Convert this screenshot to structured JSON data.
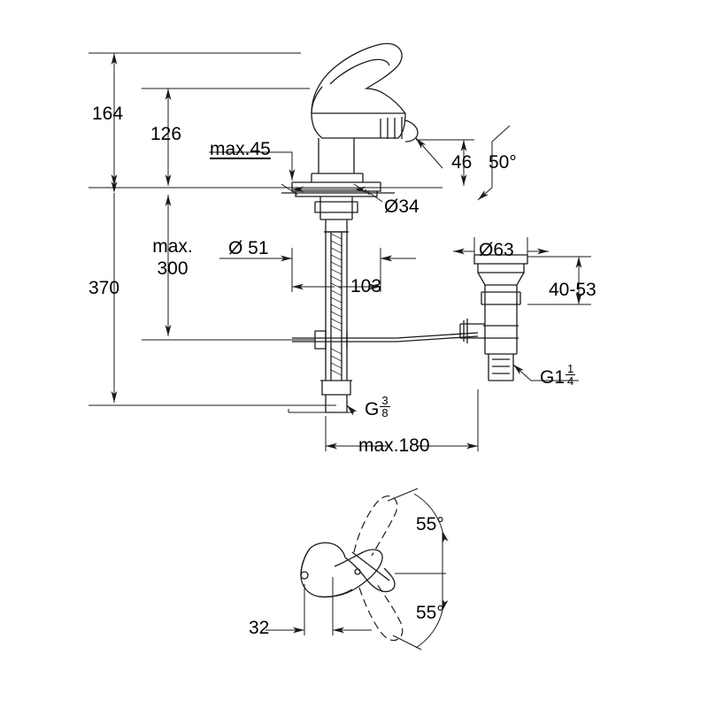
{
  "diagram": {
    "title": "Bidet mixer technical dimension drawing",
    "line_color": "#1a1a1a",
    "hidden_line_color": "#1a1a1a",
    "background": "#ffffff",
    "labels": {
      "h164": "164",
      "h126": "126",
      "max45": "max.45",
      "d34": "Ø34",
      "v46": "46",
      "a50": "50°",
      "h370": "370",
      "max_word": "max.",
      "max300": "300",
      "d51": "Ø 51",
      "w103": "103",
      "d63": "Ø63",
      "r40_53": "40-53",
      "g38": "G",
      "g38_num": "3",
      "g38_den": "8",
      "g114": "G1",
      "g114_num": "1",
      "g114_den": "4",
      "max180": "max.180",
      "a55_top": "55°",
      "a55_bottom": "55°",
      "w32": "32"
    }
  }
}
